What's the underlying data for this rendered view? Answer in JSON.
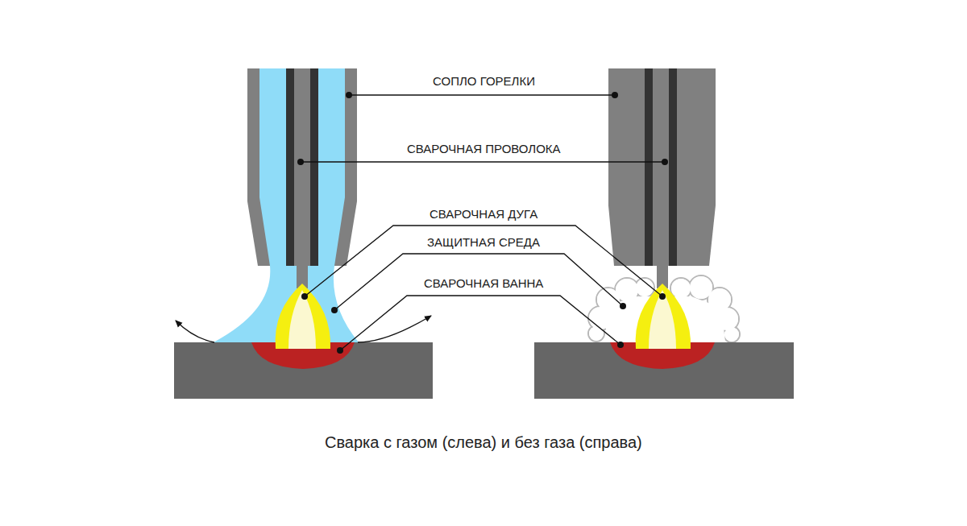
{
  "diagram": {
    "caption": "Сварка с газом (слева) и без газа (справа)",
    "labels": [
      "СОПЛО ГОРЕЛКИ",
      "СВАРОЧНАЯ ПРОВОЛОКА",
      "СВАРОЧНАЯ ДУГА",
      "ЗАЩИТНАЯ СРЕДА",
      "СВАРОЧНАЯ ВАННА"
    ]
  }
}
